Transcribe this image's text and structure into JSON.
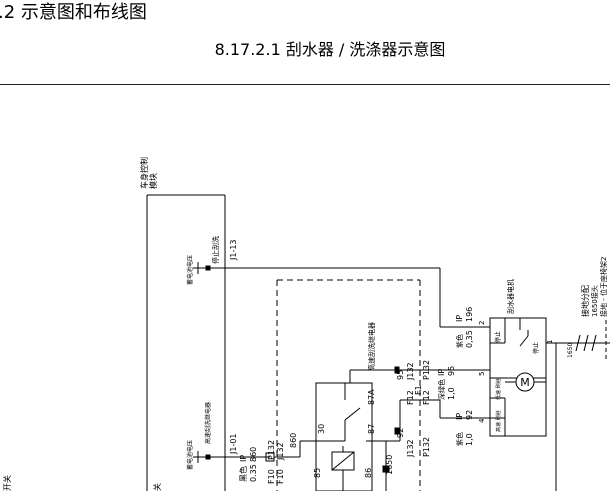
{
  "header": {
    "section_title": ".2 示意图和布线图",
    "subtitle": "8.17.2.1 刮水器 / 洗涤器示意图"
  },
  "diagram": {
    "bcm": {
      "label_line1": "车身控制",
      "label_line2": "模块"
    },
    "stop_wash": {
      "label": "停止刮洗",
      "pin": "J1-13",
      "supply": "蓄电池电压"
    },
    "spray_relay": {
      "supply": "蓄电池电压",
      "feed_label": "高速刮洗继电器",
      "pin": "J1-01",
      "wire_color": "黑色",
      "wire_gauge": "0.35",
      "ip": "IP",
      "circuit": "860",
      "conn_a": "F10",
      "conn_b": "P132",
      "conn_c": "F10",
      "conn_d": "J132",
      "conn_e": "860"
    },
    "relay": {
      "title": "高速刮洗继电器",
      "term_30": "30",
      "term_87": "87",
      "term_87a": "87A",
      "term_85": "85",
      "term_86": "86",
      "wire_95": "95",
      "wire_92": "92",
      "wire_1650": "1650"
    },
    "connectors": {
      "j132_top": "J132",
      "p132_top": "P132",
      "f12": "F12",
      "f1": "F1",
      "j132_bot": "J132",
      "f12_bot": "F12",
      "p132_bot": "P132"
    },
    "wires": {
      "purple_1": {
        "color": "紫色",
        "ip": "IP",
        "gauge": "0,35",
        "circuit": "196"
      },
      "darkgreen": {
        "color": "深绿色",
        "ip": "IP",
        "gauge": "1,0",
        "circuit": "95"
      },
      "purple_2": {
        "color": "紫色",
        "ip": "IP",
        "gauge": "1,0",
        "circuit": "92"
      }
    },
    "motor": {
      "title": "刮水器电机",
      "symbol": "M",
      "pin_2": "2",
      "pin_5": "5",
      "pin_4": "4",
      "pin_1": "1",
      "stop_label": "停止",
      "park_label": "停止",
      "low_speed": "低速\n刷继",
      "high_speed": "高速\n刷继"
    },
    "ground": {
      "title": "接地分配",
      "line2": "1650接头",
      "line3": "接地 - 位于座椅架2",
      "wire": "1650"
    },
    "left_edge": {
      "label_a": "开关",
      "label_b": "关"
    }
  }
}
